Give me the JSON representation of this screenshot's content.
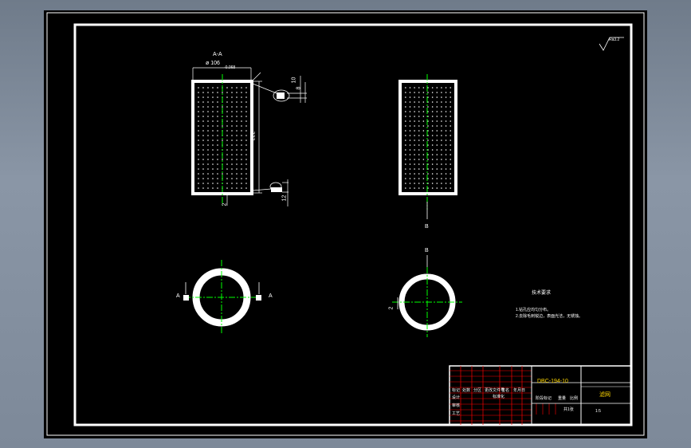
{
  "views": {
    "section_label": "A-A",
    "diameter_label": "ø 106",
    "tolerance_label": "-0.068",
    "height_dim": "222",
    "top_dim_1": "10",
    "top_dim_2": "8",
    "bottom_dim": "12",
    "left_dim": "2",
    "right_dim": "2",
    "view_b_top": "B",
    "view_b_bottom": "B",
    "cut_a_left": "A",
    "cut_a_right": "A",
    "roughness": "Ra3.2"
  },
  "notes": {
    "title": "技术要求",
    "line1": "1.钻孔应均匀分布。",
    "line2": "2.去除毛刺锐边，表面光洁，无锈蚀。"
  },
  "title_block": {
    "drawing_no": "DBC-194-10",
    "part_name": "滤网",
    "scale_label": "比例",
    "weight_label": "重量",
    "sheet_label": "共1张",
    "count": "1:5",
    "row_marks": [
      "标记",
      "处数",
      "分区",
      "更改文件号",
      "签名",
      "年月日"
    ],
    "roles": [
      "设计",
      "审核",
      "工艺"
    ],
    "std_label": "标准化",
    "stage_label": "阶段标记"
  },
  "colors": {
    "frame": "#ffffff",
    "centerline": "#00ff00",
    "title_text": "#ffd700",
    "grid_red": "#ff0000"
  }
}
